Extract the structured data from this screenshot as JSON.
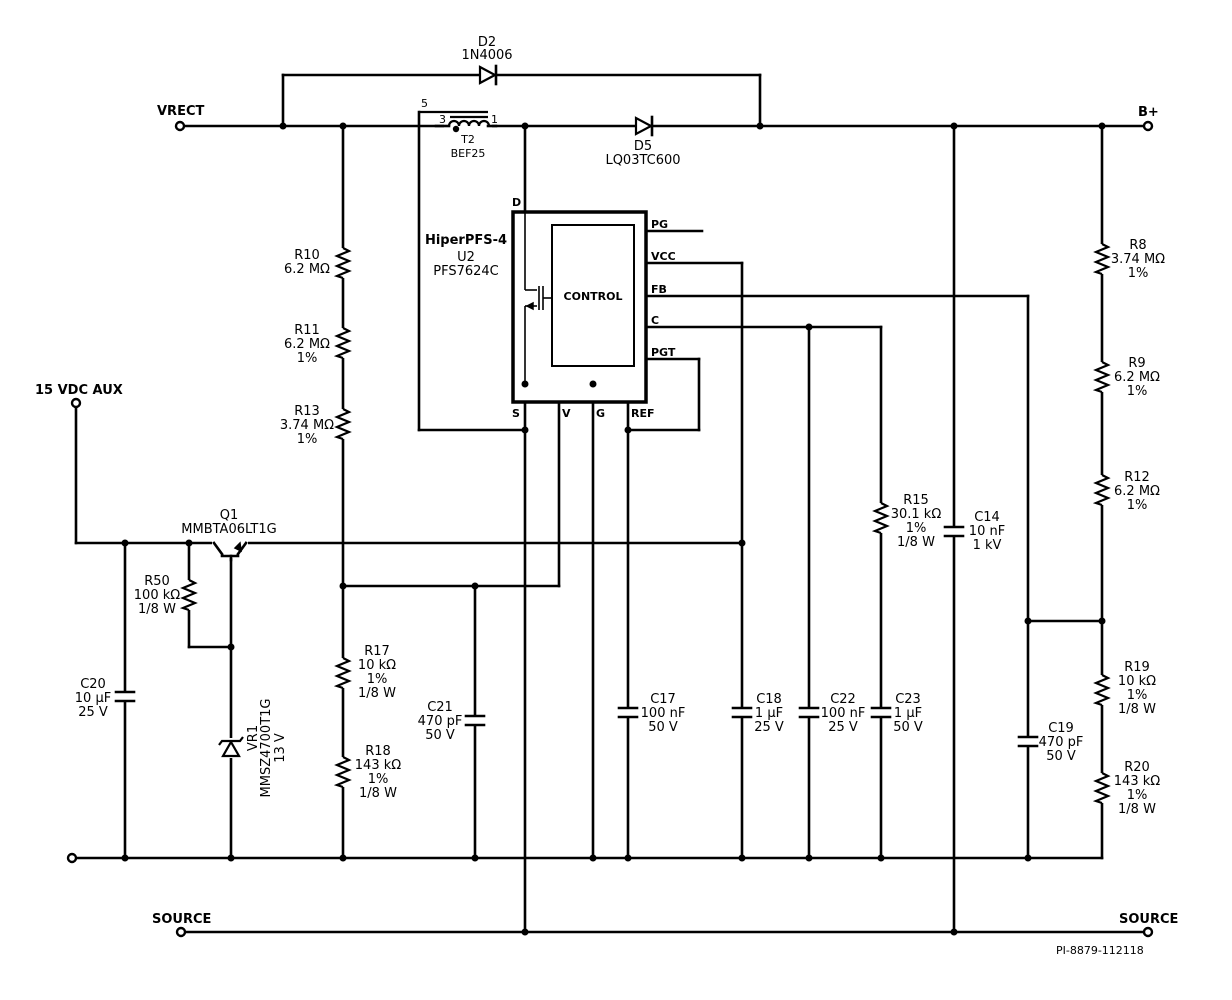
{
  "nets": {
    "vrect": "VRECT",
    "bplus": "B+",
    "aux": "15 VDC AUX",
    "source_left": "SOURCE",
    "source_right": "SOURCE"
  },
  "footer": {
    "code": "PI-8879-112118"
  },
  "d2": {
    "ref": "D2",
    "part": "1N4006"
  },
  "d5": {
    "ref": "D5",
    "part": "LQ03TC600"
  },
  "t2": {
    "ref": "T2",
    "part": "BEF25",
    "pin5": "5",
    "pin3": "3",
    "pin1": "1"
  },
  "u2": {
    "family": "HiperPFS-4",
    "ref": "U2",
    "part": "PFS7624C",
    "core": "CONTROL",
    "pins": {
      "d": "D",
      "s": "S",
      "v": "V",
      "g": "G",
      "ref": "REF",
      "pg": "PG",
      "vcc": "VCC",
      "fb": "FB",
      "c": "C",
      "pgt": "PGT"
    }
  },
  "q1": {
    "ref": "Q1",
    "part": "MMBTA06LT1G"
  },
  "vr1": {
    "ref": "VR1",
    "part": "MMSZ4700T1G",
    "voltage": "13 V"
  },
  "r10": {
    "ref": "R10",
    "val": "6.2 MΩ"
  },
  "r11": {
    "ref": "R11",
    "val": "6.2 MΩ",
    "tol": "1%"
  },
  "r13": {
    "ref": "R13",
    "val": "3.74 MΩ",
    "tol": "1%"
  },
  "r17": {
    "ref": "R17",
    "val": "10 kΩ",
    "tol": "1%",
    "pwr": "1/8 W"
  },
  "r18": {
    "ref": "R18",
    "val": "143 kΩ",
    "tol": "1%",
    "pwr": "1/8 W"
  },
  "r50": {
    "ref": "R50",
    "val": "100 kΩ",
    "pwr": "1/8 W"
  },
  "r15": {
    "ref": "R15",
    "val": "30.1 kΩ",
    "tol": "1%",
    "pwr": "1/8 W"
  },
  "r8": {
    "ref": "R8",
    "val": "3.74 MΩ",
    "tol": "1%"
  },
  "r9": {
    "ref": "R9",
    "val": "6.2 MΩ",
    "tol": "1%"
  },
  "r12": {
    "ref": "R12",
    "val": "6.2 MΩ",
    "tol": "1%"
  },
  "r19": {
    "ref": "R19",
    "val": "10 kΩ",
    "tol": "1%",
    "pwr": "1/8 W"
  },
  "r20": {
    "ref": "R20",
    "val": "143 kΩ",
    "tol": "1%",
    "pwr": "1/8 W"
  },
  "c20": {
    "ref": "C20",
    "val": "10 µF",
    "volt": "25 V"
  },
  "c21": {
    "ref": "C21",
    "val": "470 pF",
    "volt": "50 V"
  },
  "c17": {
    "ref": "C17",
    "val": "100 nF",
    "volt": "50 V"
  },
  "c18": {
    "ref": "C18",
    "val": "1 µF",
    "volt": "25 V"
  },
  "c22": {
    "ref": "C22",
    "val": "100 nF",
    "volt": "25 V"
  },
  "c23": {
    "ref": "C23",
    "val": "1 µF",
    "volt": "50 V"
  },
  "c14": {
    "ref": "C14",
    "val": "10 nF",
    "volt": "1 kV"
  },
  "c19": {
    "ref": "C19",
    "val": "470 pF",
    "volt": "50 V"
  }
}
